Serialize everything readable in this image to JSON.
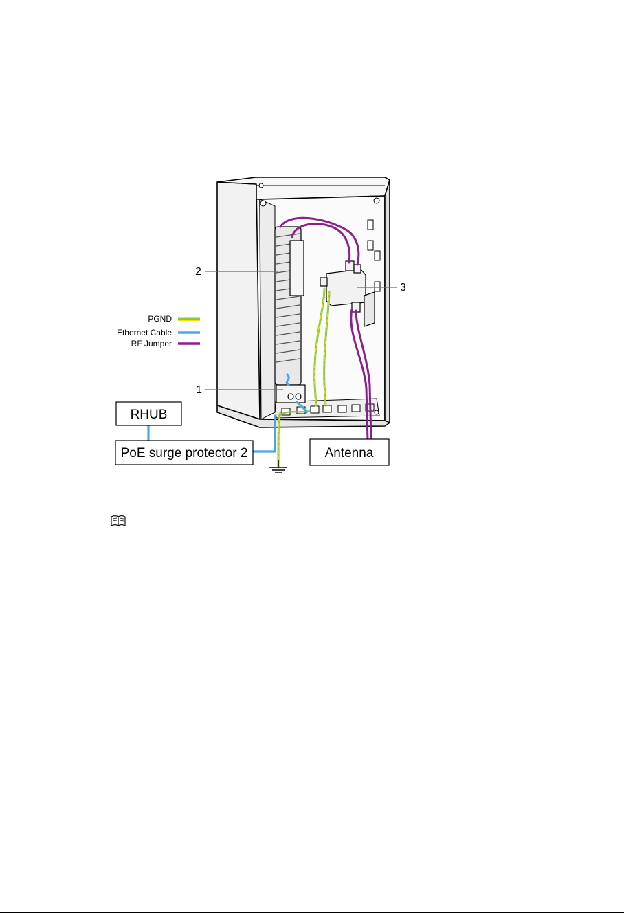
{
  "legend": {
    "items": [
      {
        "label": "PGND",
        "colors": [
          "#8dc63f",
          "#f2e600"
        ]
      },
      {
        "label": "Ethernet Cable",
        "colors": [
          "#4da6e8"
        ]
      },
      {
        "label": "RF Jumper",
        "colors": [
          "#8b1f8f"
        ]
      }
    ]
  },
  "boxes": {
    "rhub": "RHUB",
    "poe": "PoE surge protector 2",
    "antenna": "Antenna"
  },
  "callouts": {
    "c1": "1",
    "c2": "2",
    "c3": "3"
  },
  "colors": {
    "pgnd_green": "#8dc63f",
    "pgnd_yellow": "#f2e600",
    "ethernet": "#4da6e8",
    "rf": "#8b1f8f",
    "callout_line": "#e03a3e"
  },
  "note": {
    "icon": "book-icon"
  }
}
